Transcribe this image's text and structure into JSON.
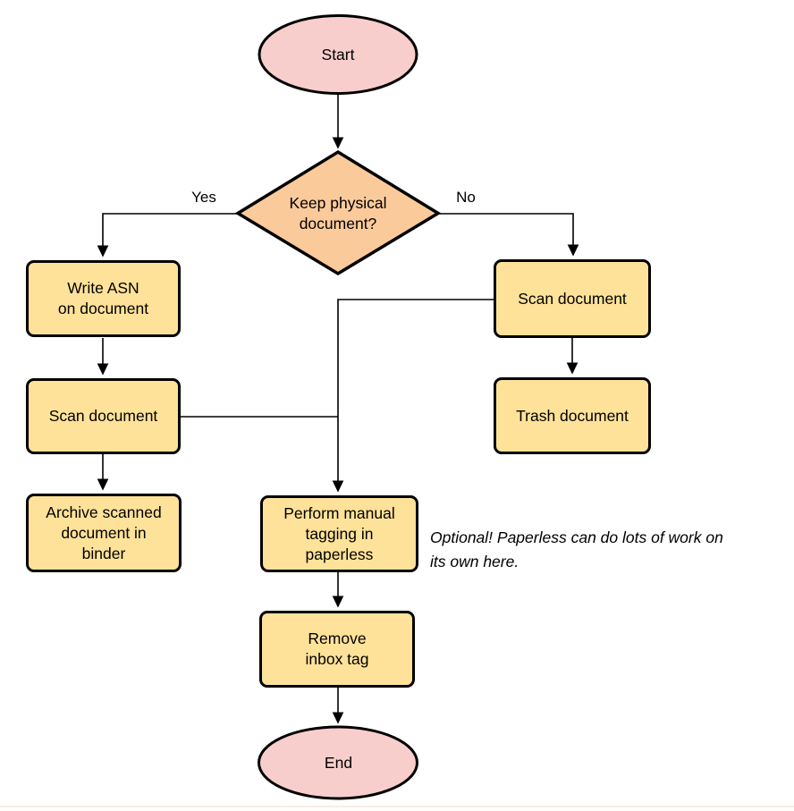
{
  "diagram": {
    "nodes": {
      "start": {
        "shape": "ellipse",
        "lines": [
          "Start"
        ]
      },
      "keep_physical": {
        "shape": "diamond",
        "lines": [
          "Keep physical",
          "document?"
        ]
      },
      "write_asn": {
        "shape": "process",
        "lines": [
          "Write ASN",
          "on document"
        ]
      },
      "scan_document_left": {
        "shape": "process",
        "lines": [
          "Scan document"
        ]
      },
      "archive_scanned": {
        "shape": "process",
        "lines": [
          "Archive scanned",
          "document in",
          "binder"
        ]
      },
      "scan_document_right": {
        "shape": "process",
        "lines": [
          "Scan document"
        ]
      },
      "trash_document": {
        "shape": "process",
        "lines": [
          "Trash document"
        ]
      },
      "manual_tagging": {
        "shape": "process",
        "lines": [
          "Perform manual",
          "tagging in",
          "paperless"
        ]
      },
      "remove_inbox_tag": {
        "shape": "process",
        "lines": [
          "Remove",
          "inbox tag"
        ]
      },
      "end": {
        "shape": "ellipse",
        "lines": [
          "End"
        ]
      }
    },
    "edge_labels": {
      "yes": "Yes",
      "no": "No"
    },
    "note": {
      "lines": [
        "Optional! Paperless can do lots of work on",
        "its own here."
      ]
    },
    "colors": {
      "terminal_fill": "#F8CECC",
      "decision_fill": "#FBCA9B",
      "process_fill": "#FFE299",
      "stroke": "#000000",
      "background": "#ffffff",
      "bottom_hairline": "#f4efdd"
    }
  }
}
